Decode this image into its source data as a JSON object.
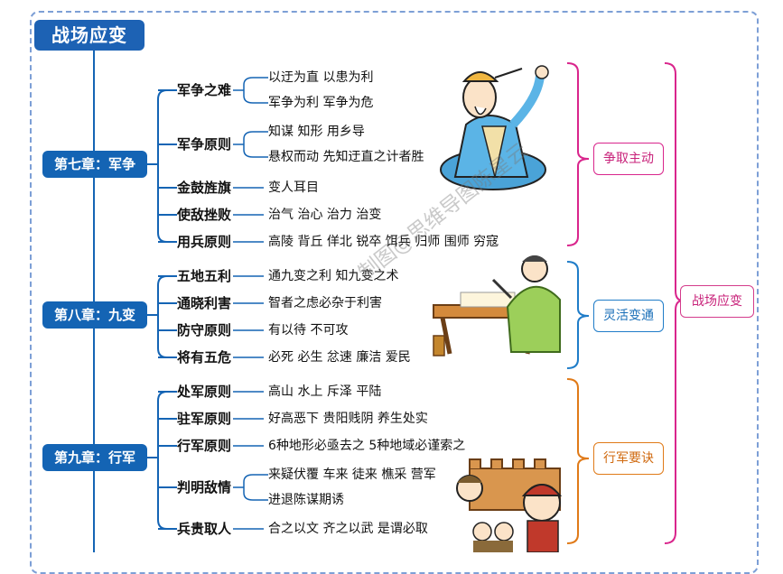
{
  "title": "战场应变",
  "chapters": [
    {
      "label": "第七章：军争",
      "summary": "争取主动",
      "summary_color": "#d9258c",
      "line_color": "#1464b4",
      "topics": [
        {
          "label": "军争之难",
          "details": [
            "以迂为直 以患为利",
            "军争为利 军争为危"
          ]
        },
        {
          "label": "军争原则",
          "details": [
            "知谋 知形 用乡导",
            "悬权而动 先知迂直之计者胜"
          ]
        },
        {
          "label": "金鼓旌旗",
          "details": [
            "变人耳目"
          ]
        },
        {
          "label": "使敌挫败",
          "details": [
            "治气 治心 治力 治变"
          ]
        },
        {
          "label": "用兵原则",
          "details": [
            "高陵 背丘 佯北 锐卒 饵兵 归师 围师 穷寇"
          ]
        }
      ]
    },
    {
      "label": "第八章：九变",
      "summary": "灵活变通",
      "summary_color": "#1f7cc8",
      "line_color": "#1464b4",
      "topics": [
        {
          "label": "五地五利",
          "details": [
            "通九变之利 知九变之术"
          ]
        },
        {
          "label": "通晓利害",
          "details": [
            "智者之虑必杂于利害"
          ]
        },
        {
          "label": "防守原则",
          "details": [
            "有以待 不可攻"
          ]
        },
        {
          "label": "将有五危",
          "details": [
            "必死 必生 忿速 廉洁 爱民"
          ]
        }
      ]
    },
    {
      "label": "第九章：行军",
      "summary": "行军要诀",
      "summary_color": "#e07a18",
      "line_color": "#1464b4",
      "topics": [
        {
          "label": "处军原则",
          "details": [
            "高山 水上 斥泽 平陆"
          ]
        },
        {
          "label": "驻军原则",
          "details": [
            "好高恶下 贵阳贱阴 养生处实"
          ]
        },
        {
          "label": "行军原则",
          "details": [
            "6种地形必亟去之 5种地域必谨索之"
          ]
        },
        {
          "label": "判明敌情",
          "details": [
            "来疑伏覆 车来 徒来 樵采 营军",
            "进退陈谋期诱"
          ]
        },
        {
          "label": "兵贵取人",
          "details": [
            "合之以文 齐之以武 是谓必取"
          ]
        }
      ]
    }
  ],
  "conclusion": "战场应变",
  "conclusion_color": "#d9258c",
  "watermark": "制图@思维导图陈星云"
}
